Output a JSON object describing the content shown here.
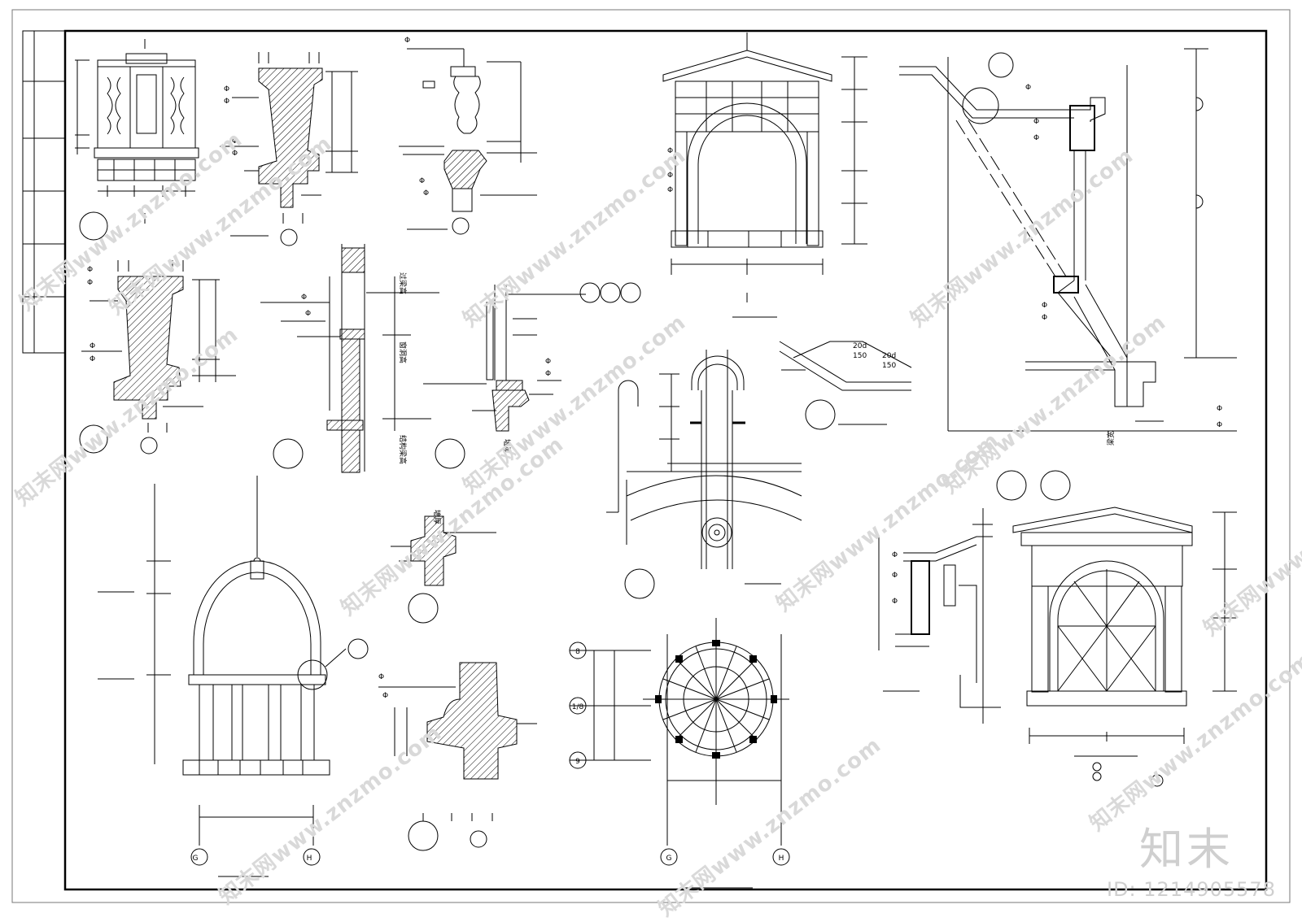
{
  "drawing": {
    "symbols": {
      "phi": "Φ"
    },
    "vertical_notes": {
      "n1": "过梁高",
      "n2": "窗洞高",
      "n3": "结构梁高",
      "n4": "墙厚",
      "n5": "墙厚",
      "n6": "墙厚",
      "n7": "梁宽"
    },
    "rebar_notes": {
      "anchor": "20d",
      "spacing": "150"
    },
    "axis_labels": {
      "a8": "8",
      "a18": "1/8",
      "a9": "9",
      "left_g": "G",
      "left_h": "H",
      "right_g": "G",
      "right_h": "H"
    }
  },
  "watermark": {
    "text": "知末网www.znzmo.com",
    "brand": "知末",
    "id": "ID: 1214905578"
  }
}
